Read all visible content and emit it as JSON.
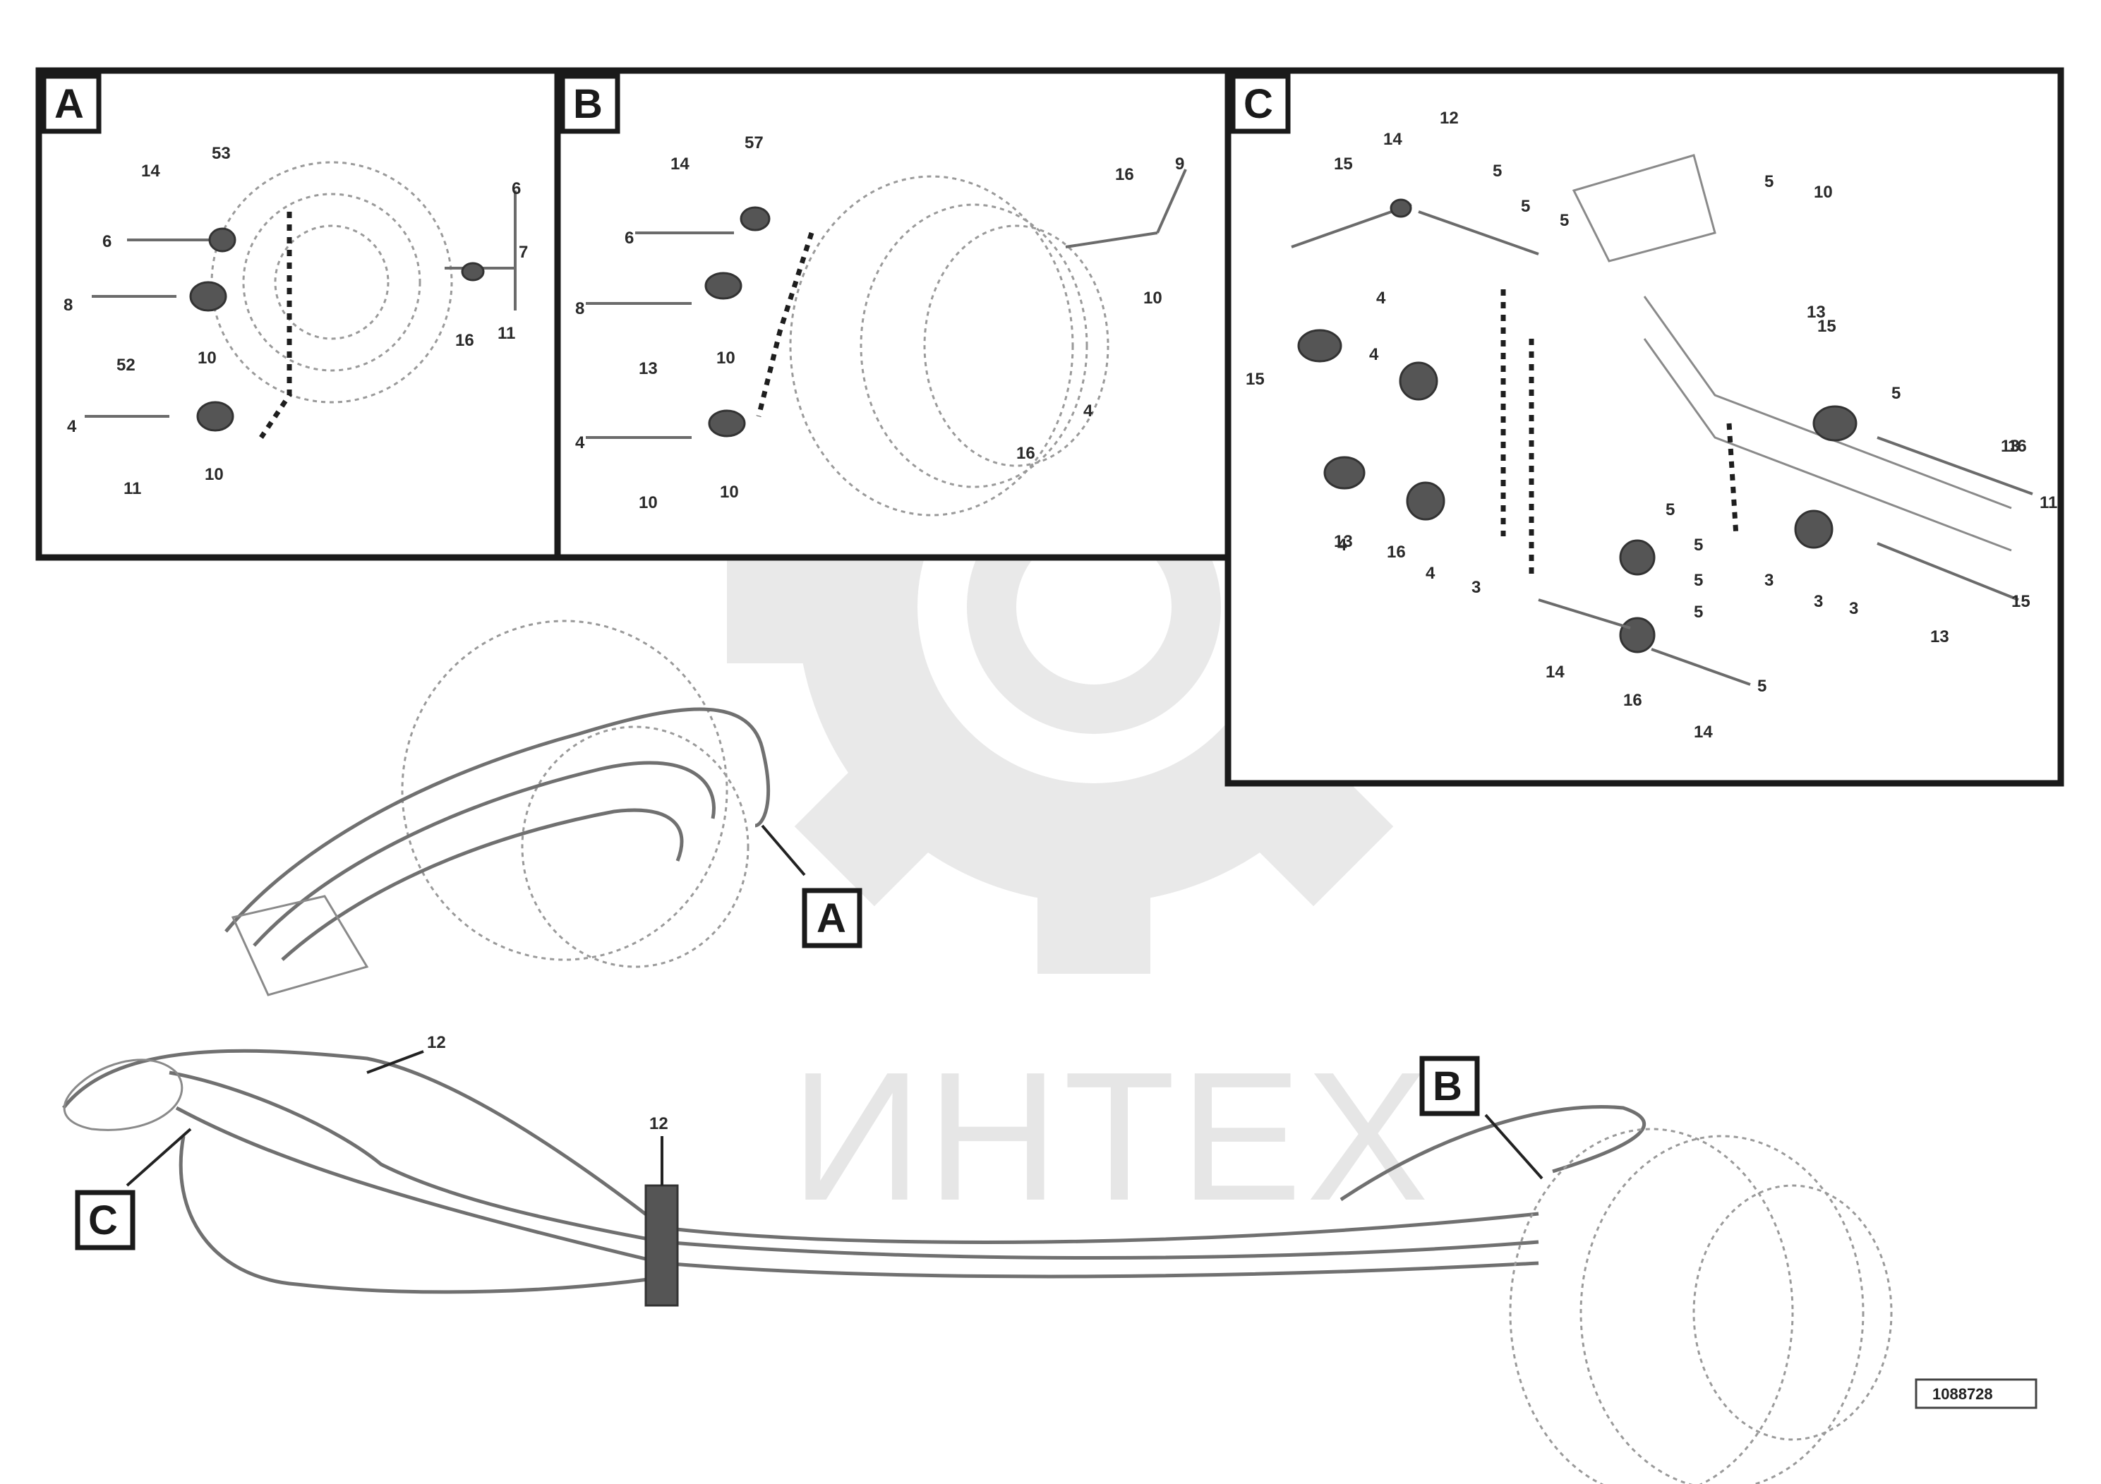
{
  "watermark": {
    "text": "ИНТЕХ"
  },
  "panels": {
    "A": {
      "label": "A",
      "callouts": [
        "14",
        "53",
        "6",
        "8",
        "52",
        "10",
        "4",
        "11",
        "10",
        "16",
        "11",
        "6",
        "7"
      ]
    },
    "B": {
      "label": "B",
      "callouts": [
        "14",
        "57",
        "6",
        "8",
        "13",
        "10",
        "4",
        "10",
        "10",
        "16",
        "10",
        "4",
        "16",
        "9"
      ]
    },
    "C": {
      "label": "C",
      "callouts": [
        "12",
        "14",
        "15",
        "5",
        "5",
        "5",
        "5",
        "10",
        "4",
        "4",
        "15",
        "13",
        "15",
        "5",
        "16",
        "11",
        "4",
        "16",
        "4",
        "3",
        "3",
        "13",
        "3",
        "3",
        "15",
        "5",
        "5",
        "5",
        "5",
        "5",
        "14",
        "16",
        "14",
        "13",
        "13"
      ]
    }
  },
  "main": {
    "tags": {
      "a": "A",
      "b": "B",
      "c": "C"
    },
    "callouts": {
      "top": "12",
      "clamp": "12"
    }
  },
  "reference": {
    "code": "1088728"
  }
}
